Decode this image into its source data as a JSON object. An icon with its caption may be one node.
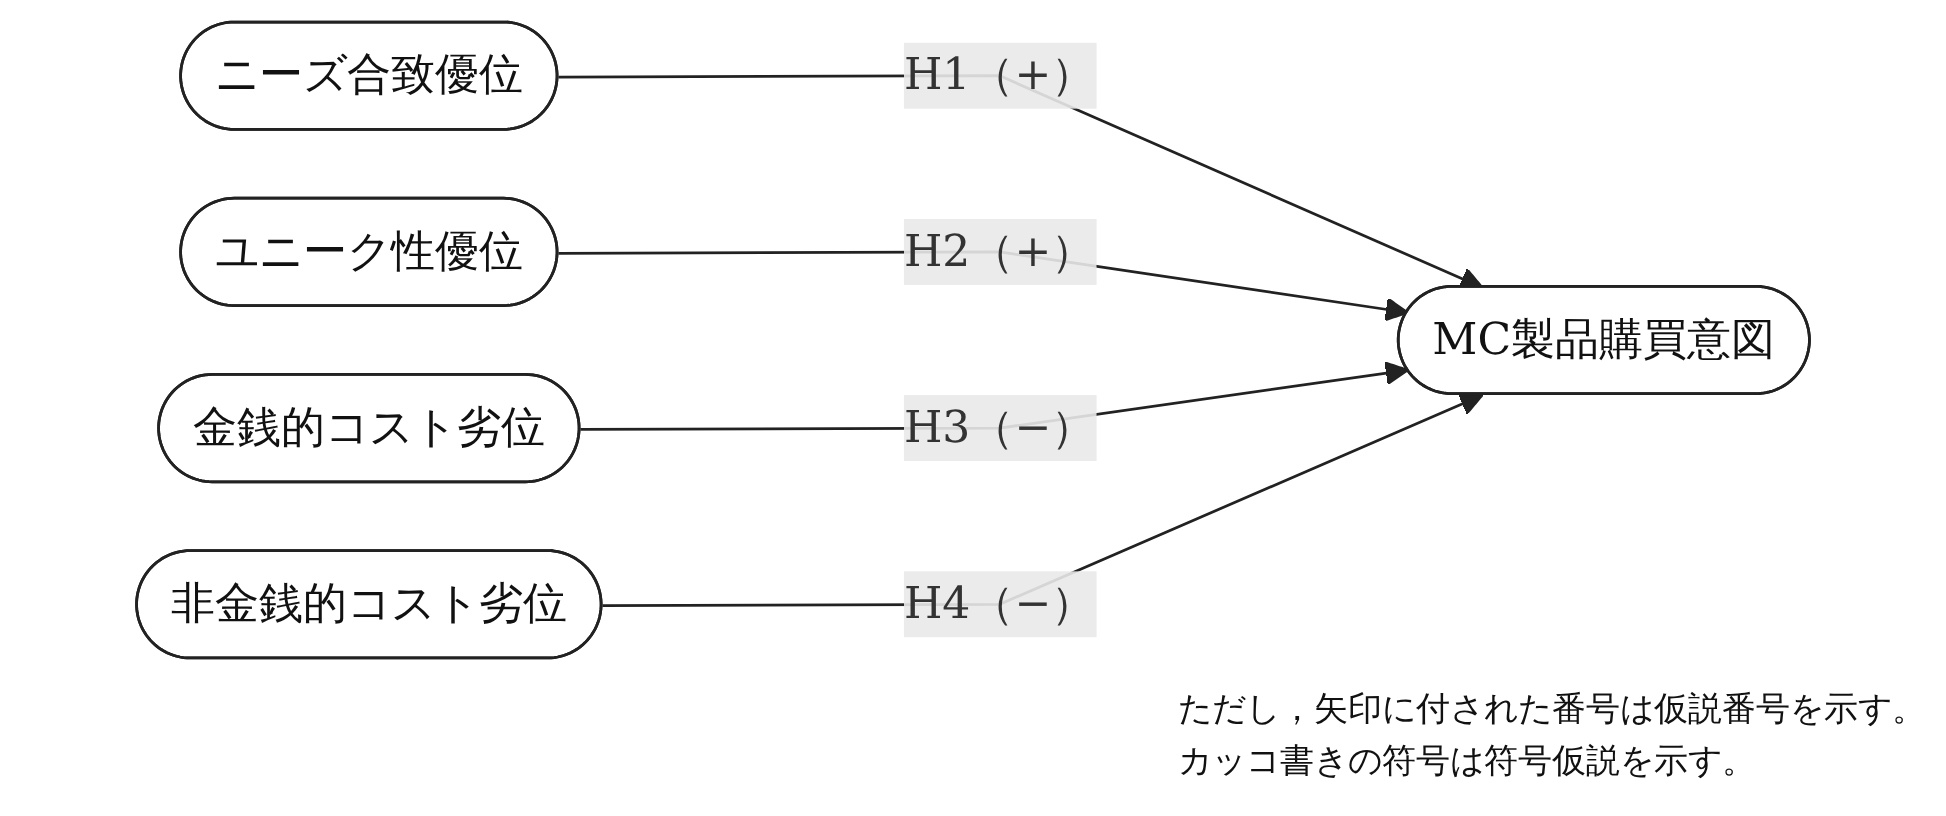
{
  "diagram": {
    "nodes": [
      {
        "text": [
          "ニーズ合致優位"
        ]
      },
      {
        "text": [
          "ユニーク性優位"
        ]
      },
      {
        "text": [
          "金銭的コスト劣位"
        ]
      },
      {
        "text": [
          "非金銭的コスト劣位"
        ]
      },
      {
        "text": [
          "MC製品購買意図"
        ]
      }
    ],
    "edges": [
      {
        "from": 0,
        "to": 4,
        "arrow": "to",
        "label": "H1（+）"
      },
      {
        "from": 1,
        "to": 4,
        "arrow": "to",
        "label": "H2（+）"
      },
      {
        "from": 2,
        "to": 4,
        "arrow": "to",
        "label": "H3（−）"
      },
      {
        "from": 3,
        "to": 4,
        "arrow": "to",
        "label": "H4（−）"
      }
    ],
    "labels": [
      "ただし，矢印に付された番号は仮説番号を示す。",
      "カッコ書きの符号は符号仮説を示す。"
    ]
  }
}
